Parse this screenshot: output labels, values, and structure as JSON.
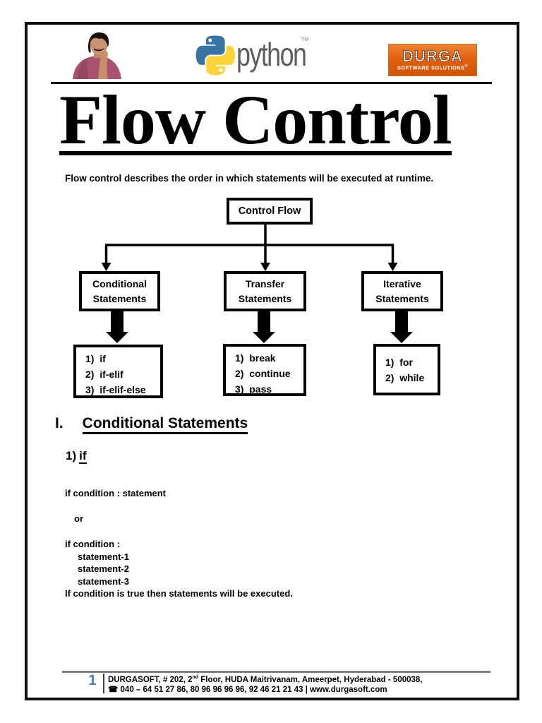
{
  "header": {
    "python_wordmark": "python",
    "python_tm": "TM",
    "durga_title": "DURGA",
    "durga_subtitle": "SOFTWARE SOLUTIONS",
    "durga_reg": "©"
  },
  "title": "Flow Control",
  "intro": "Flow control describes the order in which statements will be executed at runtime.",
  "flowchart": {
    "root": "Control Flow",
    "branches": [
      {
        "label_line1": "Conditional",
        "label_line2": "Statements",
        "items": [
          "1)  if",
          "2)  if-elif",
          "3)  if-elif-else"
        ]
      },
      {
        "label_line1": "Transfer",
        "label_line2": "Statements",
        "items": [
          "1)  break",
          "2)  continue",
          "3)  pass"
        ]
      },
      {
        "label_line1": "Iterative",
        "label_line2": "Statements",
        "items": [
          "1)  for",
          "2)  while"
        ]
      }
    ]
  },
  "section": {
    "numeral": "I.",
    "heading": "Conditional Statements",
    "sub_number": "1)",
    "sub_heading": "if"
  },
  "body": {
    "syntax_inline": "if condition : statement",
    "or_word": "or",
    "syntax_block_header": "if condition :",
    "statements": [
      "statement-1",
      "statement-2",
      "statement-3"
    ],
    "note": "If condition is true then statements will be executed."
  },
  "footer": {
    "page_number": "1",
    "address_pre": "DURGASOFT, # 202, 2",
    "address_sup": "nd",
    "address_post": " Floor, HUDA Maitrivanam, Ameerpet, Hyderabad - 500038,",
    "phone_icon": "☎",
    "phone_line": " 040 – 64 51 27 86, 80 96 96 96 96, 92 46 21 21 43 | www.durgasoft.com"
  },
  "colors": {
    "durga_orange": "#e2610f",
    "python_blue": "#3873a3",
    "python_yellow": "#ffd43b",
    "page_number_blue": "#4a7fc1"
  }
}
